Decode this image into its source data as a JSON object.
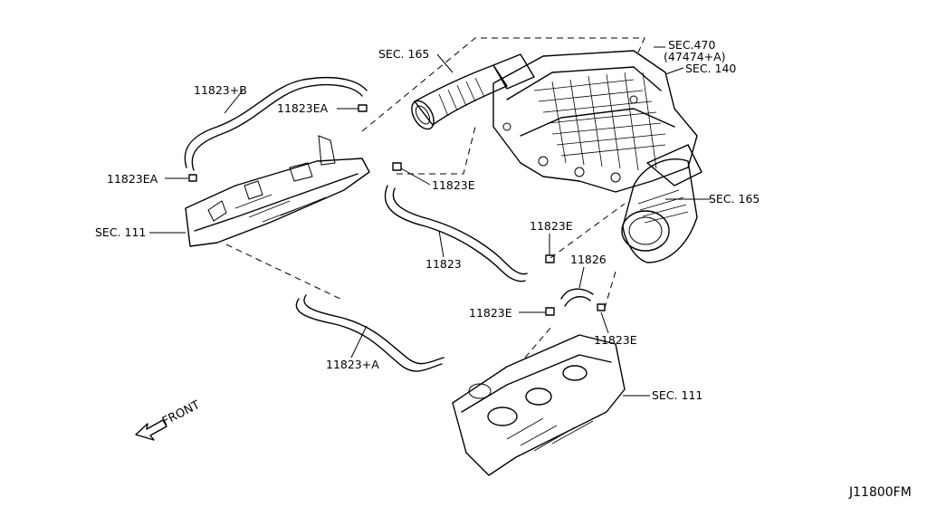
{
  "labels": {
    "sec165_top": "SEC. 165",
    "sec470": "SEC.470",
    "sec470_sub": "(47474+A)",
    "sec140": "SEC. 140",
    "hose_b": "11823+B",
    "clamp_ea_top": "11823EA",
    "clamp_ea_left": "11823EA",
    "sec111_left": "SEC. 111",
    "clamp_e_mid": "11823E",
    "hose_main": "11823",
    "sec165_right": "SEC. 165",
    "clamp_e_right": "11823E",
    "hose_11826": "11826",
    "clamp_e_lower": "11823E",
    "clamp_e_lower_right": "11823E",
    "hose_a": "11823+A",
    "sec111_right": "SEC. 111",
    "front": "FRONT",
    "diagram_code": "J11800FM"
  }
}
